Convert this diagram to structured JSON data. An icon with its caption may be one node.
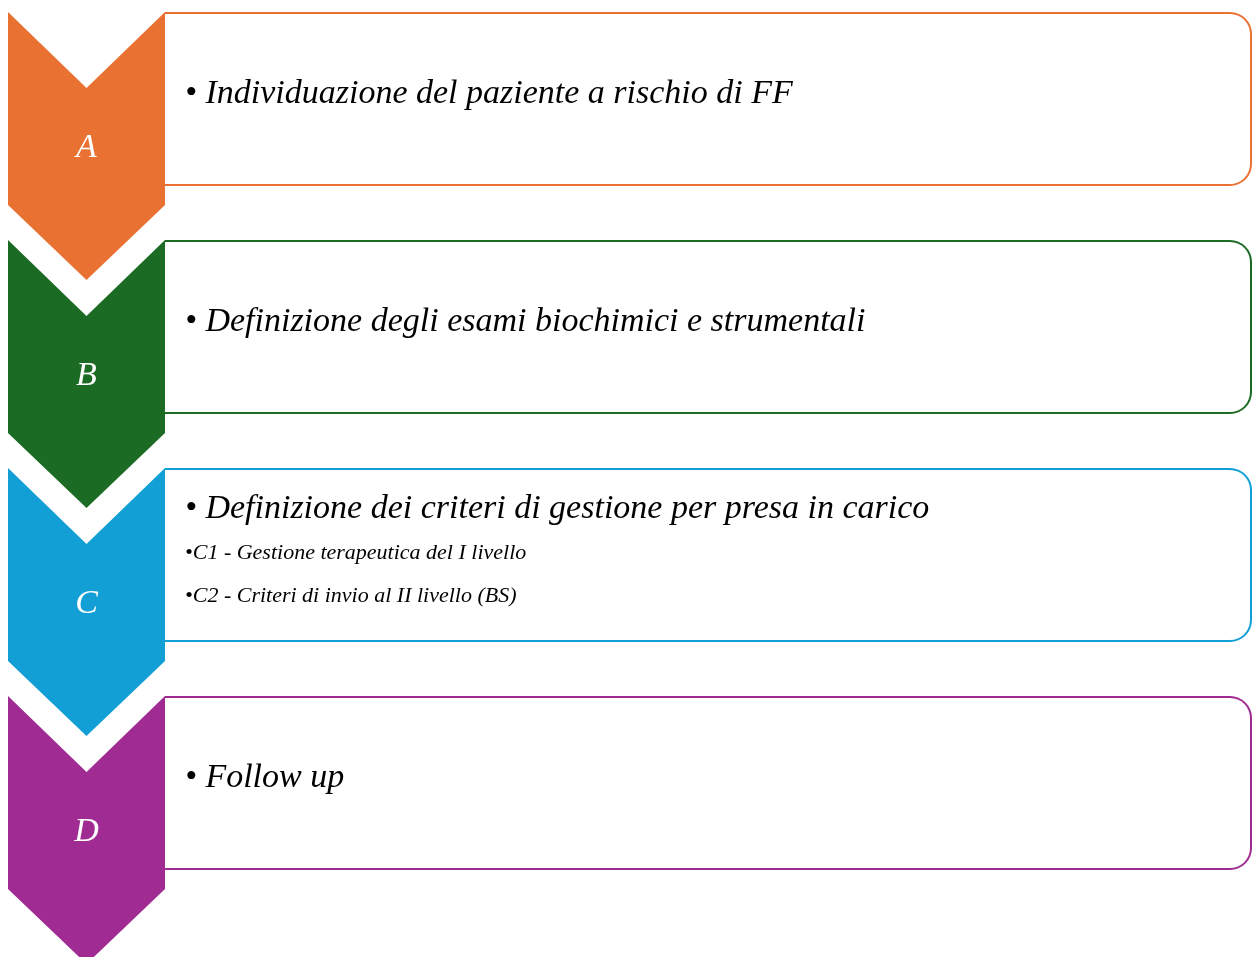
{
  "diagram": {
    "nodes": [
      {
        "text": [
          "A"
        ]
      },
      {
        "text": [
          "• Individuazione del paziente a rischio di FF"
        ]
      },
      {
        "text": [
          "B"
        ]
      },
      {
        "text": [
          "• Definizione degli esami biochimici e strumentali"
        ]
      },
      {
        "text": [
          "C"
        ]
      },
      {
        "text": [
          "• Definizione dei criteri di gestione per presa in carico",
          "•C1 - Gestione terapeutica del I livello",
          "•C2 - Criteri di invio al II livello (BS)"
        ]
      },
      {
        "text": [
          "D"
        ]
      },
      {
        "text": [
          "• Follow up"
        ]
      }
    ]
  }
}
